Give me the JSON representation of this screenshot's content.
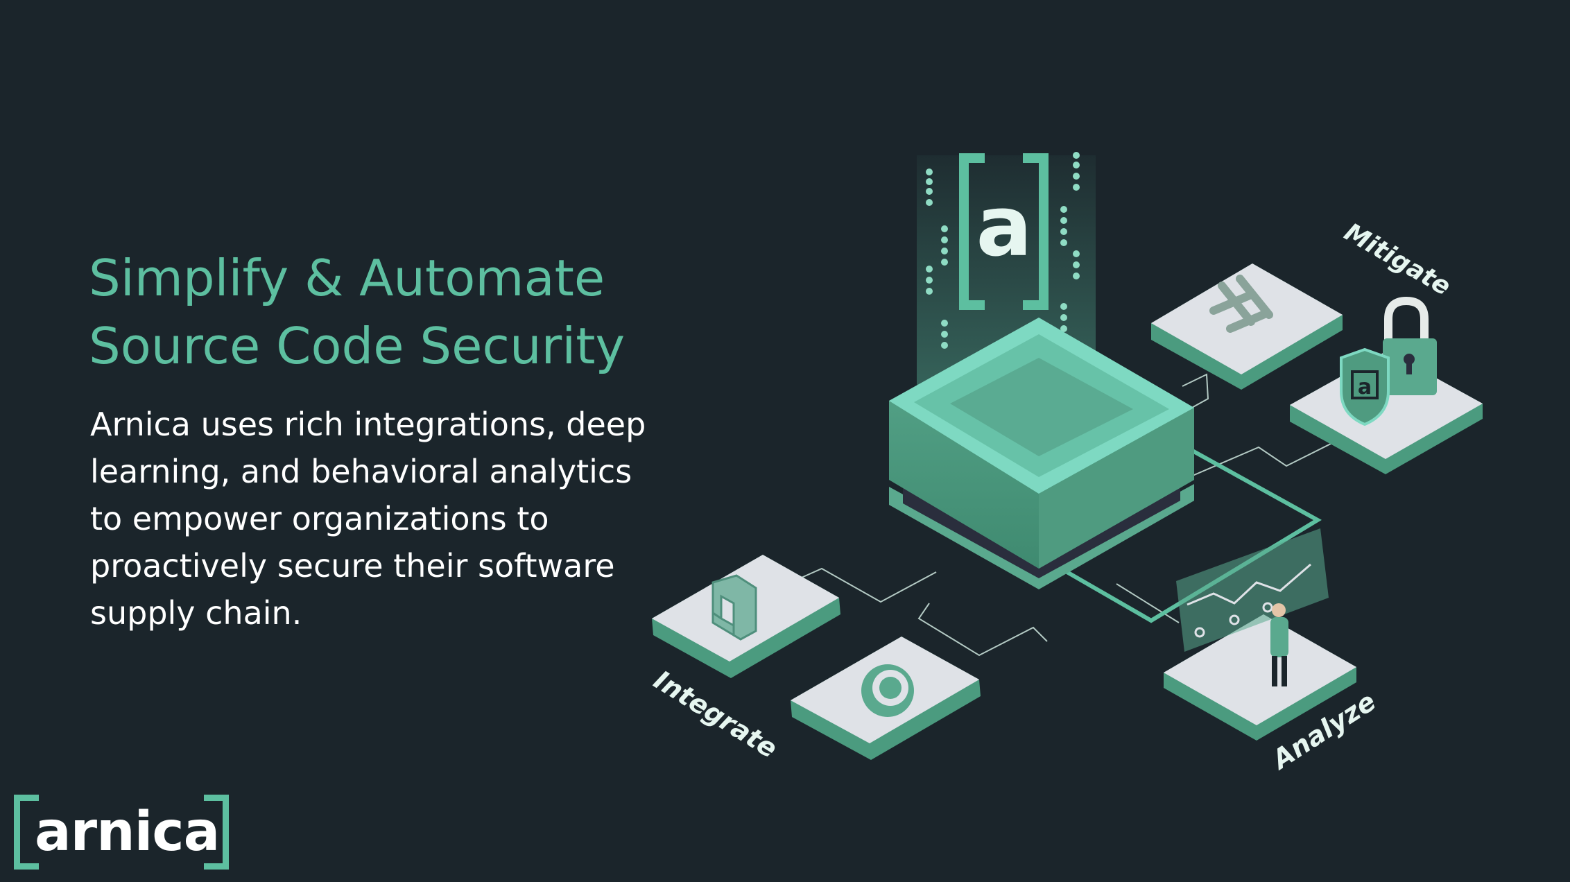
{
  "headline": {
    "line1": "Simplify & Automate",
    "line2": "Source Code Security"
  },
  "description": {
    "lines": [
      "Arnica uses rich integrations, deep",
      "learning, and behavioral analytics",
      "to empower organizations to",
      "proactively secure their software",
      "supply chain."
    ]
  },
  "illustration": {
    "hub_logo_letter": "a",
    "labels": {
      "mitigate": "Mitigate",
      "integrate": "Integrate",
      "analyze": "Analyze"
    },
    "shield_letter": "a",
    "icons": [
      "arnica-hub-icon",
      "slack-icon",
      "lock-icon",
      "shield-icon",
      "azure-devops-icon",
      "github-icon",
      "analytics-screen-icon",
      "person-figure"
    ]
  },
  "brand": {
    "logo_text": "arnica",
    "accent_color": "#5dbfa0",
    "background_color": "#1b252b",
    "tile_color": "#dfe2e7"
  }
}
